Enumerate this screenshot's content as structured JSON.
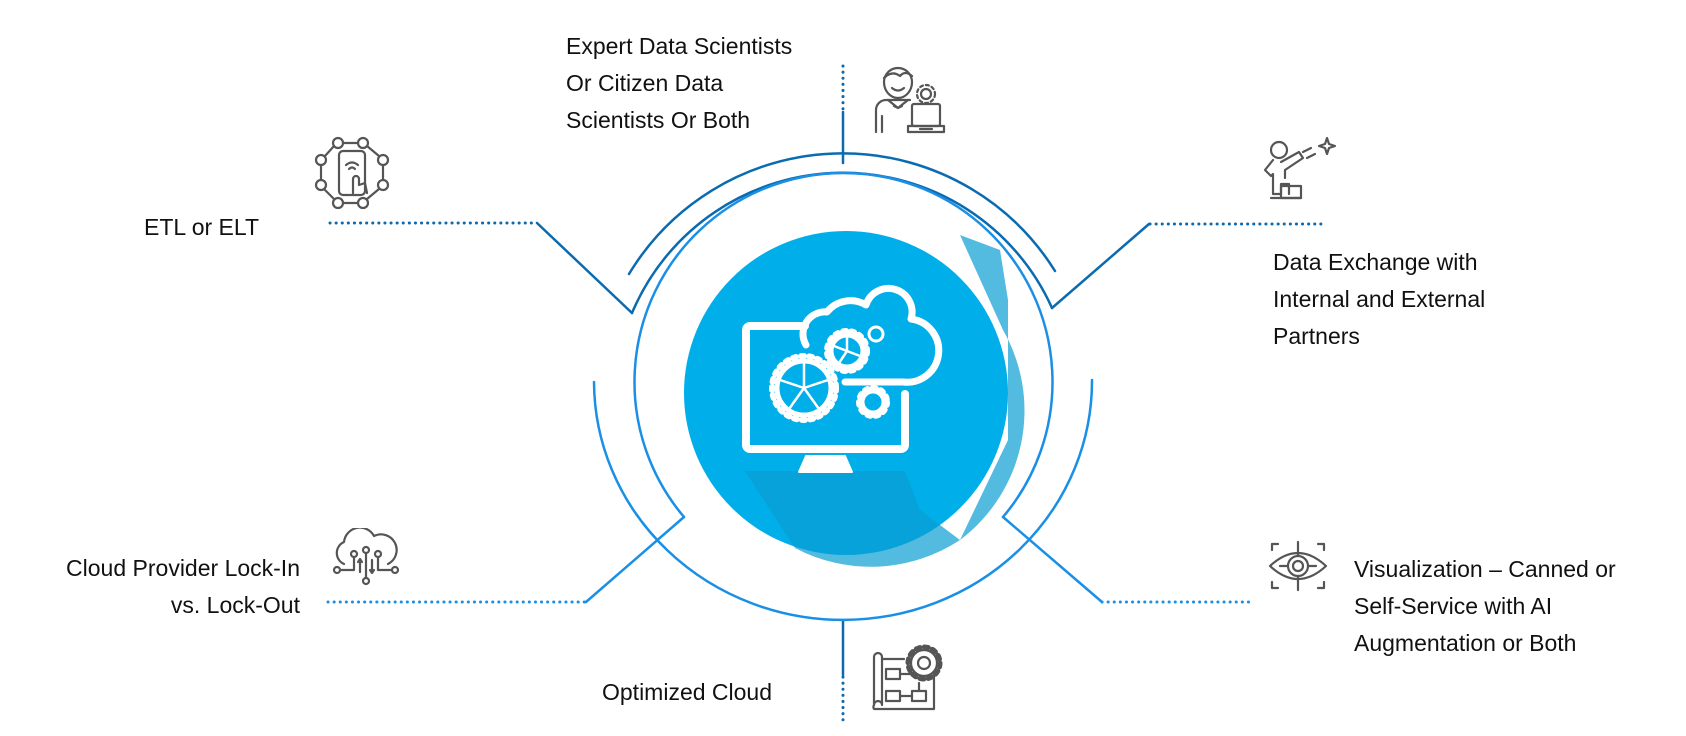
{
  "diagram": {
    "title": "Cloud data platform considerations",
    "center": {
      "icon": "monitor-cloud-gears-icon",
      "fill": "#00AEEA"
    },
    "colors": {
      "dark_line": "#0A6BB0",
      "light_line": "#1A8FE6",
      "icon_gray": "#555555"
    },
    "items": [
      {
        "id": "data-scientists",
        "icon": "data-scientist-icon",
        "lines": [
          "Expert Data Scientists",
          "Or Citizen Data",
          "Scientists Or Both"
        ]
      },
      {
        "id": "etl",
        "icon": "network-phone-icon",
        "lines": [
          "ETL or ELT"
        ]
      },
      {
        "id": "data-exchange",
        "icon": "person-telescope-icon",
        "lines": [
          "Data Exchange with",
          "Internal and External",
          "Partners"
        ]
      },
      {
        "id": "cloud-lockin",
        "icon": "cloud-circuit-icon",
        "lines": [
          "Cloud Provider Lock-In",
          "vs. Lock-Out"
        ]
      },
      {
        "id": "visualization",
        "icon": "eye-scan-icon",
        "lines": [
          "Visualization – Canned or",
          "Self-Service with AI",
          "Augmentation or Both"
        ]
      },
      {
        "id": "optimized-cloud",
        "icon": "blueprint-gear-icon",
        "lines": [
          "Optimized Cloud"
        ]
      }
    ]
  }
}
